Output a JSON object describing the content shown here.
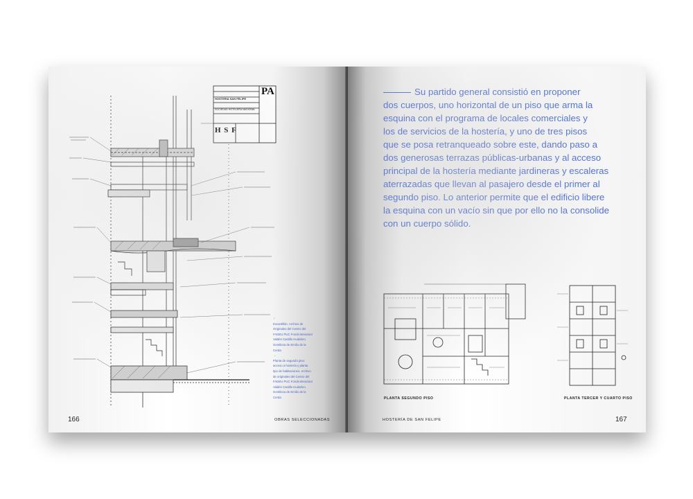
{
  "left_page": {
    "folio": "166",
    "running_head": "OBRAS SELECCIONADAS",
    "title_block": {
      "project": "HOSTERIA SAN FELIPE",
      "institution": "SOCIEDAD HOTELERA NACIONAL",
      "sheet_code": "PA",
      "logo_letters": "H S F"
    },
    "caption": [
      "Escantillón. Archivo de Originales del Centro del FADEU PUC Fondo Bresciani Valdés Castillo Huidobro. Gentileza de Emilio de la Cerda",
      "Planta de segundo piso: acceso a hostería y planta tipo de habitaciones. Archivo de originales del Centro del FADEU PUC Fondo Bresciani Valdés Castillo Huidobro. Gentileza de Emilio de la Cerda"
    ]
  },
  "right_page": {
    "folio": "167",
    "running_head": "HOSTERÍA DE SAN FELIPE",
    "body_text": "Su partido general consistió en proponer dos cuerpos, uno horizontal de un piso que arma la esquina con el programa de locales comerciales y los de servicios de la hostería, y uno de tres pisos que se posa retranqueado sobre este, dando paso a dos generosas terrazas públicas-urbanas y al acceso principal de la hostería mediante jardineras y escaleras aterrazadas que llevan al pasajero desde el primer al segundo piso. Lo anterior permite que el edificio libere la esquina con un vacío sin que por ello no la consolide con un cuerpo sólido.",
    "body_lines": [
      "Su partido general consistió en proponer",
      "dos cuerpos, uno horizontal de un piso que arma la",
      "esquina con el programa de locales comerciales y",
      "los de servicios de la hostería, y uno de tres pisos",
      "que se posa retranqueado sobre este, dando paso a",
      "dos generosas terrazas públicas-urbanas y al acceso",
      "principal de la hostería mediante jardineras y escaleras",
      "aterrazadas que llevan al pasajero desde el primer al",
      "segundo piso. Lo anterior permite que el edificio libere",
      "la esquina con un vacío sin que por ello no la consolide",
      "con un cuerpo sólido."
    ],
    "plan_captions": {
      "second_floor": "PLANTA SEGUNDO PISO",
      "third_fourth_floor": "PLANTA TERCER Y CUARTO PISO"
    }
  },
  "colors": {
    "accent_text": "#4f6fd2",
    "caption_text": "#4a67c7",
    "ink": "#222222"
  }
}
